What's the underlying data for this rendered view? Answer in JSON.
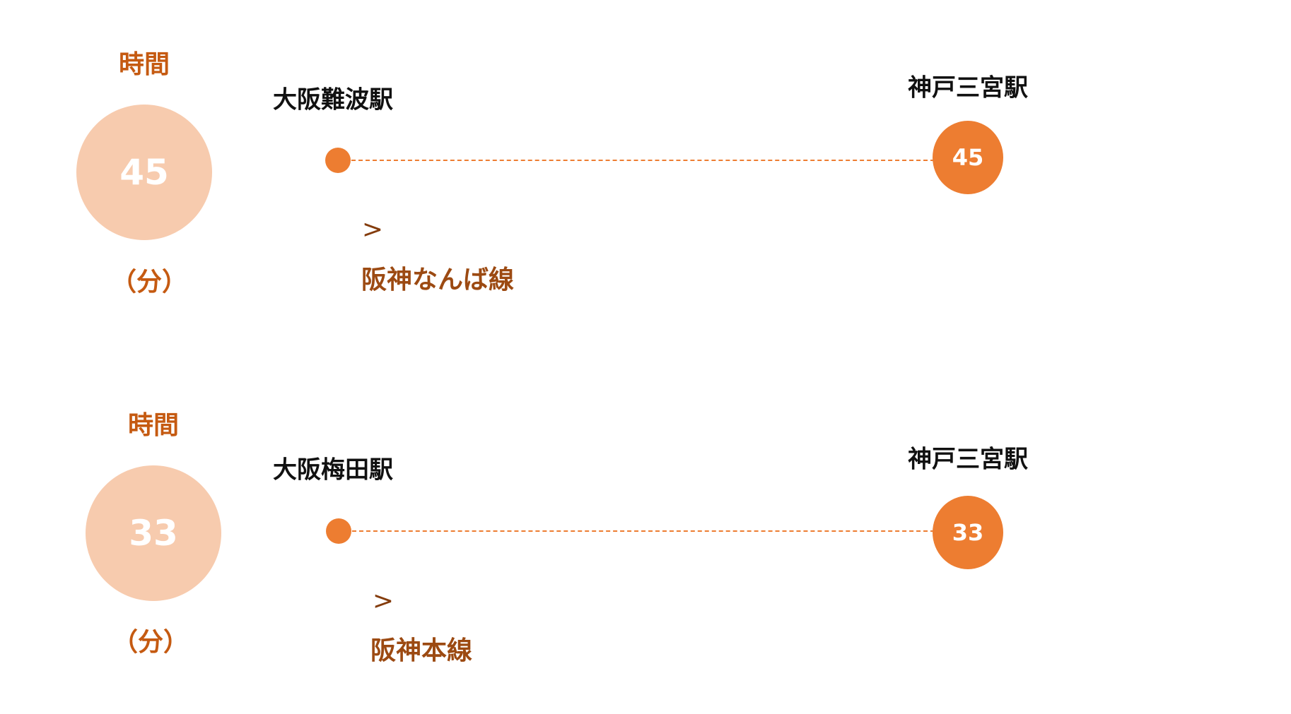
{
  "colors": {
    "accent": "#ED7D31",
    "light": "#F7CBAE",
    "title": "#C55A11",
    "line_label": "#9C4A12"
  },
  "routes": [
    {
      "time_label": "時間",
      "minutes": "45",
      "unit": "（分）",
      "from": "大阪難波駅",
      "to": "神戸三宮駅",
      "arrow": ">",
      "line": "阪神なんば線"
    },
    {
      "time_label": "時間",
      "minutes": "33",
      "unit": "（分）",
      "from": "大阪梅田駅",
      "to": "神戸三宮駅",
      "arrow": ">",
      "line": "阪神本線"
    }
  ]
}
